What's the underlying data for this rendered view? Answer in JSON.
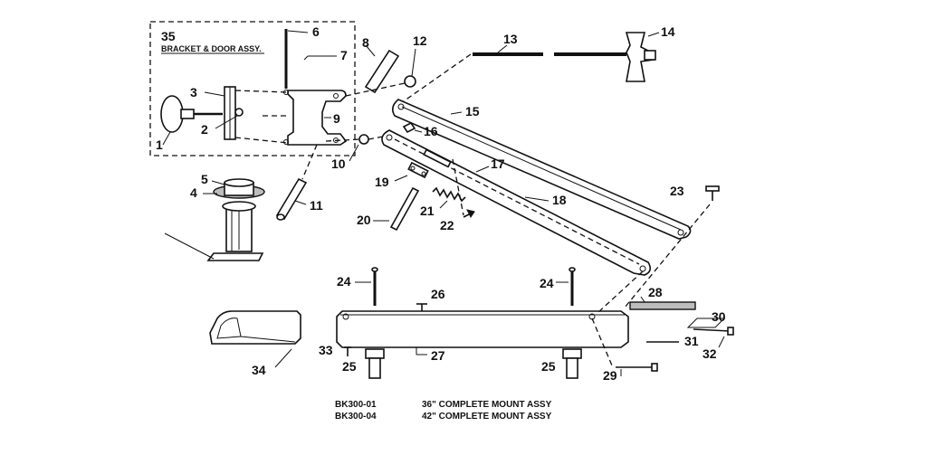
{
  "callouts": {
    "c1": "1",
    "c2": "2",
    "c3": "3",
    "c4": "4",
    "c5": "5",
    "c6": "6",
    "c7": "7",
    "c8": "8",
    "c9": "9",
    "c10": "10",
    "c11": "11",
    "c12": "12",
    "c13": "13",
    "c14": "14",
    "c15": "15",
    "c16": "16",
    "c17": "17",
    "c18": "18",
    "c19": "19",
    "c20": "20",
    "c21": "21",
    "c22": "22",
    "c23": "23",
    "c24a": "24",
    "c24b": "24",
    "c25a": "25",
    "c25b": "25",
    "c26": "26",
    "c27": "27",
    "c28": "28",
    "c29": "29",
    "c30": "30",
    "c31": "31",
    "c32": "32",
    "c33": "33",
    "c34": "34",
    "c35": "35"
  },
  "inset": {
    "title": "BRACKET & DOOR ASSY."
  },
  "assemblies": [
    {
      "part": "BK300-01",
      "description": "36\" COMPLETE MOUNT ASSY"
    },
    {
      "part": "BK300-04",
      "description": "42\" COMPLETE MOUNT ASSY"
    }
  ]
}
